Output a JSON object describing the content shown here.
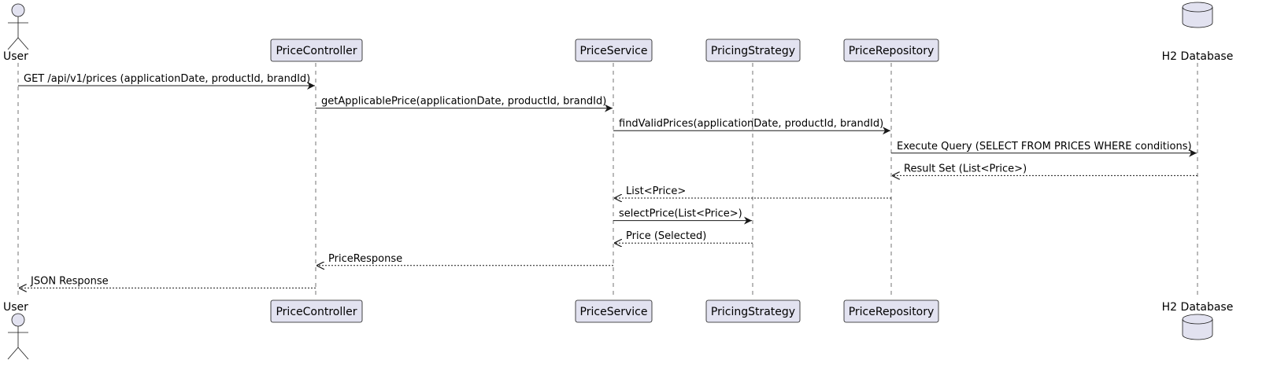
{
  "participants": [
    {
      "id": "user",
      "label": "User",
      "kind": "actor"
    },
    {
      "id": "controller",
      "label": "PriceController",
      "kind": "participant"
    },
    {
      "id": "service",
      "label": "PriceService",
      "kind": "participant"
    },
    {
      "id": "strategy",
      "label": "PricingStrategy",
      "kind": "participant"
    },
    {
      "id": "repository",
      "label": "PriceRepository",
      "kind": "participant"
    },
    {
      "id": "database",
      "label": "H2 Database",
      "kind": "database"
    }
  ],
  "messages": [
    {
      "from": "user",
      "to": "controller",
      "label": "GET /api/v1/prices (applicationDate, productId, brandId)",
      "style": "sync"
    },
    {
      "from": "controller",
      "to": "service",
      "label": "getApplicablePrice(applicationDate, productId, brandId)",
      "style": "sync"
    },
    {
      "from": "service",
      "to": "repository",
      "label": "findValidPrices(applicationDate, productId, brandId)",
      "style": "sync"
    },
    {
      "from": "repository",
      "to": "database",
      "label": "Execute Query (SELECT FROM PRICES WHERE conditions)",
      "style": "sync"
    },
    {
      "from": "database",
      "to": "repository",
      "label": "Result Set (List<Price>)",
      "style": "return"
    },
    {
      "from": "repository",
      "to": "service",
      "label": "List<Price>",
      "style": "return"
    },
    {
      "from": "service",
      "to": "strategy",
      "label": "selectPrice(List<Price>)",
      "style": "sync"
    },
    {
      "from": "strategy",
      "to": "service",
      "label": "Price (Selected)",
      "style": "return"
    },
    {
      "from": "service",
      "to": "controller",
      "label": "PriceResponse",
      "style": "return"
    },
    {
      "from": "controller",
      "to": "user",
      "label": "JSON Response",
      "style": "return"
    }
  ],
  "colors": {
    "participant_fill": "#E2E2F0",
    "participant_border": "#181818",
    "lifeline": "#181818",
    "arrow": "#181818",
    "text": "#000000",
    "background": "#FFFFFF"
  }
}
